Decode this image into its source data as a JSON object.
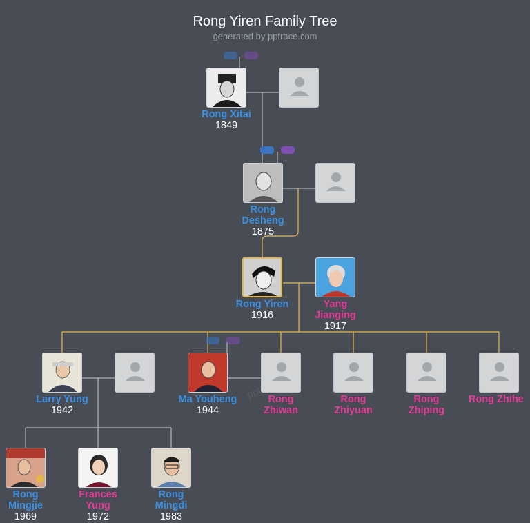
{
  "title": "Rong Yiren Family Tree",
  "subtitle": "generated by pptrace.com",
  "watermark": "pptrace.com",
  "people": {
    "rong_xitai": {
      "line1": "Rong Xitai",
      "line2": "",
      "year": "1849",
      "gender": "male"
    },
    "rong_desheng": {
      "line1": "Rong",
      "line2": "Desheng",
      "year": "1875",
      "gender": "male"
    },
    "rong_yiren": {
      "line1": "Rong Yiren",
      "line2": "",
      "year": "1916",
      "gender": "male"
    },
    "yang_jianging": {
      "line1": "Yang",
      "line2": "Jianging",
      "year": "1917",
      "gender": "female"
    },
    "larry_yung": {
      "line1": "Larry Yung",
      "line2": "",
      "year": "1942",
      "gender": "male"
    },
    "ma_youheng": {
      "line1": "Ma Youheng",
      "line2": "",
      "year": "1944",
      "gender": "male"
    },
    "rong_zhiwan": {
      "line1": "Rong",
      "line2": "Zhiwan",
      "year": "",
      "gender": "female"
    },
    "rong_zhiyuan": {
      "line1": "Rong",
      "line2": "Zhiyuan",
      "year": "",
      "gender": "female"
    },
    "rong_zhiping": {
      "line1": "Rong",
      "line2": "Zhiping",
      "year": "",
      "gender": "female"
    },
    "rong_zhihe": {
      "line1": "Rong Zhihe",
      "line2": "",
      "year": "",
      "gender": "female"
    },
    "rong_mingjie": {
      "line1": "Rong",
      "line2": "Mingjie",
      "year": "1969",
      "gender": "male"
    },
    "frances_yung": {
      "line1": "Frances",
      "line2": "Yung",
      "year": "1972",
      "gender": "female"
    },
    "rong_mingdi": {
      "line1": "Rong",
      "line2": "Mingdi",
      "year": "1983",
      "gender": "male"
    }
  },
  "colors": {
    "background": "#484c55",
    "male": "#3d8fe0",
    "female": "#e23a97",
    "focus_line": "#e7b94a",
    "line": "#c9ccd1",
    "pill_blue": "#3b74c2",
    "pill_purple": "#7c4fb0"
  }
}
